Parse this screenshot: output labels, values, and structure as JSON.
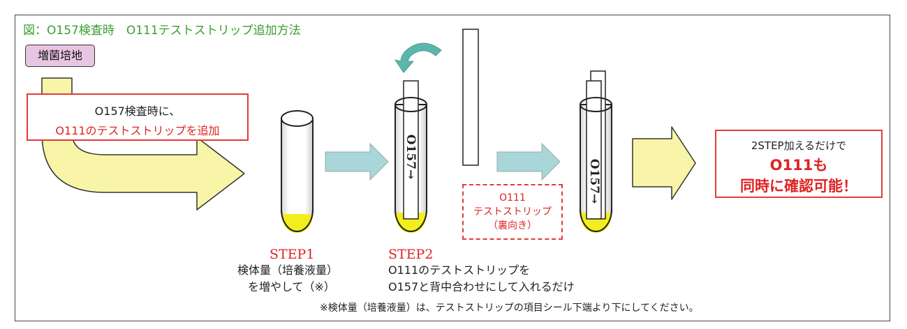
{
  "title": "図：O157検査時　O111テストストリップ追加方法",
  "medium_label": "増菌培地",
  "callout": {
    "line1": "O157検査時に、",
    "line2": "O111のテストストリップを追加"
  },
  "strip_label": "O157→",
  "o111_strip_box": {
    "line1": "O111",
    "line2": "テストストリップ",
    "line3": "（裏向き）"
  },
  "result": {
    "line1": "2STEP加えるだけで",
    "line2": "O111も",
    "line3": "同時に確認可能！"
  },
  "steps": [
    {
      "label": "STEP1",
      "desc1": "検体量（培養液量）",
      "desc2": "を増やして（※）"
    },
    {
      "label": "STEP2",
      "desc1": "O111のテストストリップを",
      "desc2": "O157と背中合わせにして入れるだけ"
    }
  ],
  "footnote": "※検体量（培養液量）は、テストストリップの項目シール下端より下にしてください。",
  "colors": {
    "title_green": "#3a9e2f",
    "accent_red": "#e23b3b",
    "badge_pink": "#e8c6e2",
    "big_arrow_fill": "#f8f5a8",
    "small_arrow_fill": "#a9d6d8",
    "liquid_yellow": "#f2ee1e"
  }
}
